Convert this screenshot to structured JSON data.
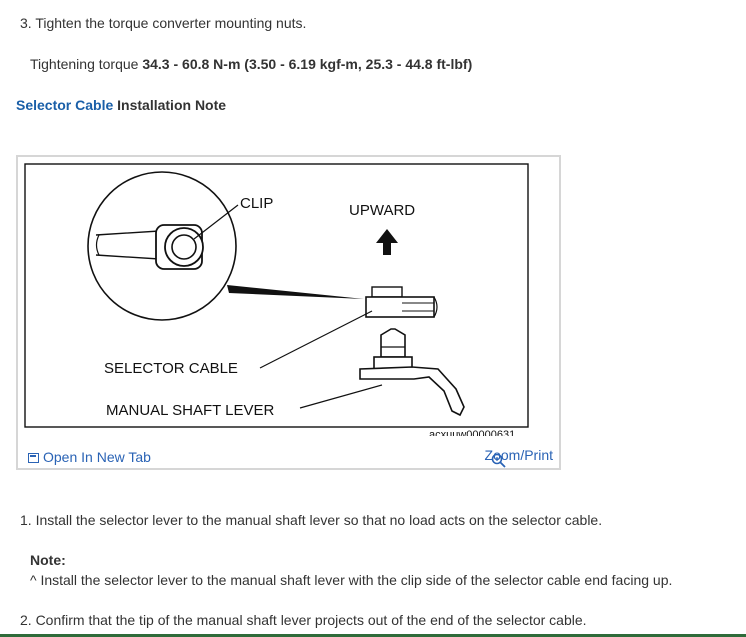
{
  "step3": {
    "text": "3. Tighten the torque converter mounting nuts.",
    "torque_label": "Tightening torque",
    "torque_value": "34.3 - 60.8 N-m (3.50 - 6.19 kgf-m, 25.3 - 44.8 ft-lbf)"
  },
  "note_heading": {
    "link": "Selector Cable",
    "rest": "Installation Note"
  },
  "figure": {
    "labels": {
      "clip": "CLIP",
      "upward": "UPWARD",
      "selector_cable": "SELECTOR CABLE",
      "manual_shaft_lever": "MANUAL SHAFT LEVER"
    },
    "code": "acxuuw00000631",
    "open_tab": "Open In New Tab",
    "zoom": "Zoom/Print"
  },
  "steps": {
    "s1": "1. Install the selector lever to the manual shaft lever so that no load acts on the selector cable.",
    "note_label": "Note:",
    "note_text": "^  Install the selector lever to the manual shaft lever with the clip side of the selector cable end facing up.",
    "s2": "2. Confirm that the tip of the manual shaft lever projects out of the end of the selector cable."
  }
}
